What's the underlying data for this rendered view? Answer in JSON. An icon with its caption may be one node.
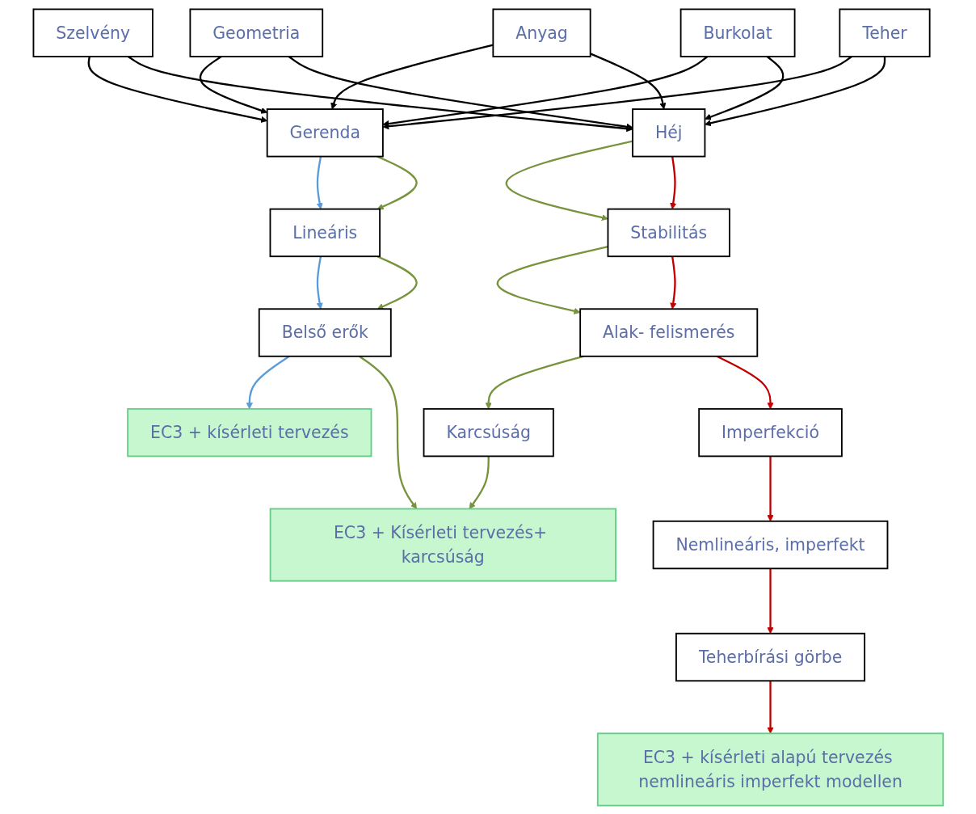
{
  "diagram": {
    "nodes": [
      {
        "text": [
          "Szelvény"
        ]
      },
      {
        "text": [
          "Geometria"
        ]
      },
      {
        "text": [
          "Anyag"
        ]
      },
      {
        "text": [
          "Burkolat"
        ]
      },
      {
        "text": [
          "Teher"
        ]
      },
      {
        "text": [
          "Gerenda"
        ]
      },
      {
        "text": [
          "Héj"
        ]
      },
      {
        "text": [
          "Lineáris"
        ]
      },
      {
        "text": [
          "Stabilitás"
        ]
      },
      {
        "text": [
          "Nemlineáris, imperfekt"
        ]
      },
      {
        "text": [
          "Alak- felismerés"
        ]
      },
      {
        "text": [
          "Belső erők"
        ]
      },
      {
        "text": [
          "Karcsúság"
        ]
      },
      {
        "text": [
          "Imperfekció"
        ]
      },
      {
        "text": [
          "Teherbírási görbe"
        ]
      },
      {
        "text": [
          "EC3 + kísérleti tervezés"
        ]
      },
      {
        "text": [
          "EC3 + Kísérleti tervezés+ karcsúság"
        ]
      },
      {
        "text": [
          "EC3 + kísérleti alapú tervezés nemlineáris imperfekt modellen"
        ]
      }
    ],
    "edges": [
      {
        "from": 0,
        "to": 5,
        "arrow": "to"
      },
      {
        "from": 0,
        "to": 6,
        "arrow": "to"
      },
      {
        "from": 1,
        "to": 5,
        "arrow": "to"
      },
      {
        "from": 1,
        "to": 6,
        "arrow": "to"
      },
      {
        "from": 2,
        "to": 5,
        "arrow": "to"
      },
      {
        "from": 2,
        "to": 6,
        "arrow": "to"
      },
      {
        "from": 3,
        "to": 5,
        "arrow": "to"
      },
      {
        "from": 3,
        "to": 6,
        "arrow": "to"
      },
      {
        "from": 4,
        "to": 5,
        "arrow": "to"
      },
      {
        "from": 4,
        "to": 6,
        "arrow": "to"
      },
      {
        "from": 5,
        "to": 7,
        "arrow": "to",
        "color": "#5b9bd5"
      },
      {
        "from": 5,
        "to": 7,
        "arrow": "to",
        "color": "#77933c"
      },
      {
        "from": 6,
        "to": 8,
        "arrow": "to",
        "color": "#77933c"
      },
      {
        "from": 6,
        "to": 8,
        "arrow": "to",
        "color": "#c00000"
      },
      {
        "from": 7,
        "to": 11,
        "arrow": "to",
        "color": "#5b9bd5"
      },
      {
        "from": 7,
        "to": 11,
        "arrow": "to",
        "color": "#77933c"
      },
      {
        "from": 8,
        "to": 10,
        "arrow": "to",
        "color": "#77933c"
      },
      {
        "from": 8,
        "to": 10,
        "arrow": "to",
        "color": "#c00000"
      },
      {
        "from": 10,
        "to": 12,
        "arrow": "to",
        "color": "#77933c"
      },
      {
        "from": 10,
        "to": 13,
        "arrow": "to",
        "color": "#c00000"
      },
      {
        "from": 13,
        "to": 9,
        "arrow": "to",
        "color": "#c00000"
      },
      {
        "from": 9,
        "to": 14,
        "arrow": "to",
        "color": "#c00000"
      },
      {
        "from": 11,
        "to": 15,
        "arrow": "to",
        "color": "#5b9bd5"
      },
      {
        "from": 11,
        "to": 16,
        "arrow": "to",
        "color": "#77933c"
      },
      {
        "from": 12,
        "to": 16,
        "arrow": "to",
        "color": "#77933c"
      },
      {
        "from": 14,
        "to": 17,
        "arrow": "to",
        "color": "#c00000"
      }
    ]
  }
}
